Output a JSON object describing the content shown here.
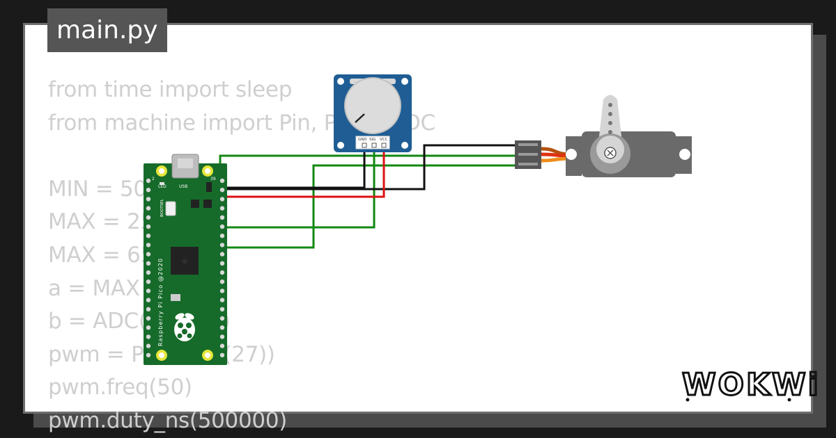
{
  "file_tab": {
    "label": "main.py"
  },
  "code_lines": [
    "from time import sleep",
    "from machine import Pin, PWM, ADC",
    "",
    "MIN = 500000",
    "MAX = 2500000",
    "MAX = 65535",
    "a = MAX - MIN",
    "b = ADC(Pin(26))",
    "pwm = PWM(Pin(27))",
    "pwm.freq(50)",
    "pwm.duty_ns(500000)"
  ],
  "board": {
    "name": "Raspberry Pi Pico",
    "silkscreen": "Raspberry Pi Pico @2020",
    "bootsel_label": "BOOTSEL",
    "led_label": "LED",
    "usb_label": "USB",
    "pin_left": "2",
    "pin_right": "39"
  },
  "potentiometer": {
    "pins": [
      "GND",
      "SIG",
      "VCC"
    ]
  },
  "brand": {
    "name": "WOKWi"
  },
  "colors": {
    "board_green": "#166b2a",
    "pot_blue": "#1f5d94",
    "wire_green": "#118811",
    "wire_black": "#111111",
    "wire_red": "#dd1111",
    "servo_gray": "#6a6a6a",
    "code_text": "#cfcfcf"
  }
}
